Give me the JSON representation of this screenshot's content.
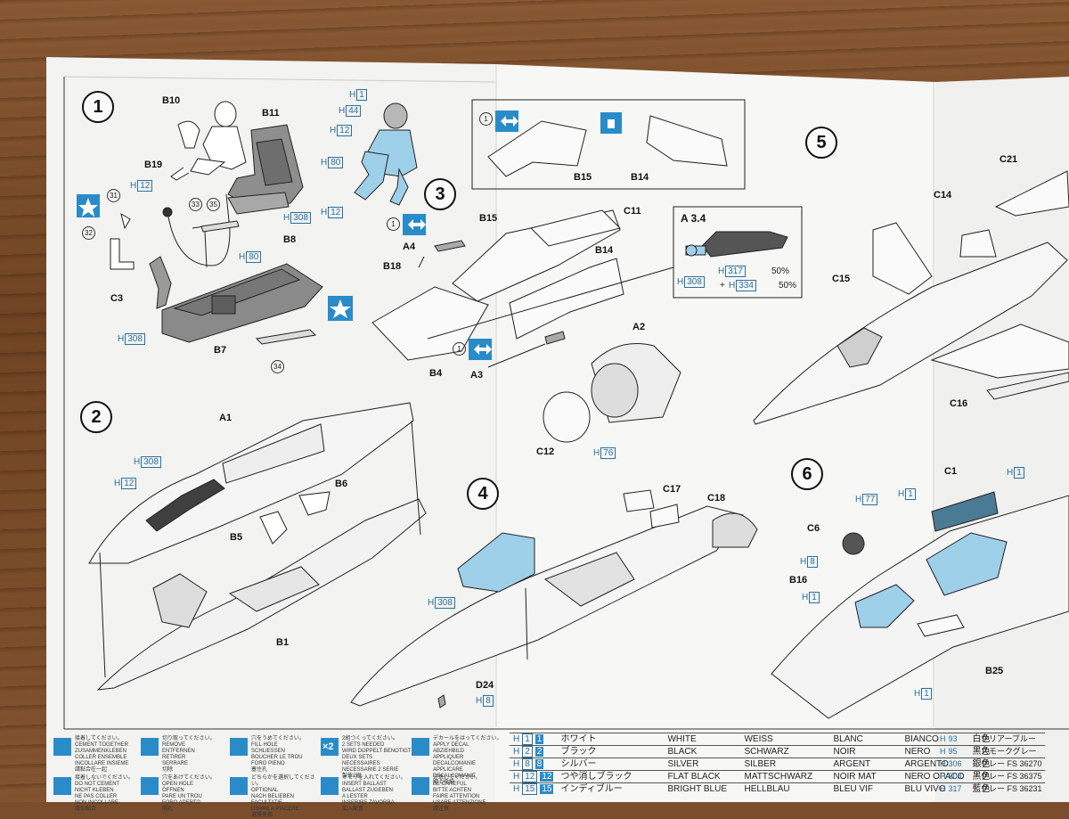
{
  "steps": [
    {
      "num": "1"
    },
    {
      "num": "2"
    },
    {
      "num": "3"
    },
    {
      "num": "4"
    },
    {
      "num": "5"
    },
    {
      "num": "6"
    }
  ],
  "labels": {
    "b10": "B10",
    "b11": "B11",
    "b19": "B19",
    "b8": "B8",
    "c3": "C3",
    "b7": "B7",
    "a1": "A1",
    "b6": "B6",
    "b5": "B5",
    "b1": "B1",
    "b15_top": "B15",
    "b14_top": "B14",
    "b15": "B15",
    "c11": "C11",
    "a4": "A4",
    "b18": "B18",
    "b14": "B14",
    "b4": "B4",
    "a3": "A3",
    "a2": "A2",
    "c12": "C12",
    "c17": "C17",
    "c18": "C18",
    "d24": "D24",
    "c21": "C21",
    "c14": "C14",
    "c15": "C15",
    "c16": "C16",
    "c1": "C1",
    "c6": "C6",
    "b16": "B16",
    "b25": "B25"
  },
  "part_numbers": {
    "n31": "31",
    "n32": "32",
    "n33": "33",
    "n35": "35",
    "n34": "34",
    "o1a": "1",
    "o1b": "1",
    "o1c": "1"
  },
  "h_codes": {
    "s1_h1": "1",
    "s1_h44": "44",
    "s1_h12a": "12",
    "s1_h80a": "80",
    "s1_h308a": "308",
    "s1_h12b": "12",
    "s1_h80b": "80",
    "s1_h12c": "12",
    "s1_h308b": "308",
    "s2_h308": "308",
    "s2_h12": "12",
    "s3_h308": "308",
    "s3_h76": "76",
    "a34_h317": "317",
    "a34_h334": "334",
    "s4_h308": "308",
    "s4_h8": "8",
    "s6_h1a": "1",
    "s6_h77": "77",
    "s6_h1b": "1",
    "s6_h8": "8",
    "s6_h1c": "1",
    "s6_h1d": "1"
  },
  "h_prefix": "H",
  "inset_a34": {
    "title": "A 3.4",
    "pct1": "50%",
    "plus": "+",
    "pct2": "50%"
  },
  "legend": [
    {
      "text": "接着してください。\nCEMENT TOGETHER\nZUSAMMENKLEBEN\nCOLLER ENSEMBLE\nINCOLLARE INSIEME\n請黏合在一起"
    },
    {
      "text": "切り取ってください。\nREMOVE\nENTFERNEN\nRETIRER\nSERRARE\n切除"
    },
    {
      "text": "穴をうめてください。\nFILL HOLE\nSCHLIESSEN\nBOUCHER LE TROU\nFORO PIENO\n塞住孔"
    },
    {
      "text": "2組つくってください。\n2 SETS NEEDED\nWIRD DOPPELT BENOTIGT\nDEUX SETS NECESSAIRES\nNECESSARIE 2 SERIE\n製作2組"
    },
    {
      "text": "デカールをはってください。\nAPPLY DECAL\nABZIEHBILD\nAPPLIQUER DECALCOMANIE\nAPPLICARE DECALCOMANIE\n貼上貼紙"
    },
    {
      "text": "接着しないでください。\nDO NOT CEMENT\nNICHT KLEBEN\nNE PAS COLLER\nNON INCOLLARE\n請勿黏合"
    },
    {
      "text": "穴をあけてください。\nOPEN HOLE\nÖFFNEN\nPARE UN TROU\nFORO APERTO\n開孔"
    },
    {
      "text": "どちらかを選択してください。\nOPTIONAL\nNACH BELIEBEN\nFACULTATIF\nUSARE A PIACERE\n選擇使用"
    },
    {
      "text": "オモリを入れてください。\nINSERT BALLAST\nBALLAST ZUGEBEN\nA LESTER\nINSERIRE ZAVORRA\n加入配重"
    },
    {
      "text": "注意してください。\nBE CAREFUL\nBITTE ACHTEN\nFAIRE ATTENTION\nUSARE ATTENZIONE\n請注意"
    }
  ],
  "legend_badge_x2": "×2",
  "paint_rows": [
    {
      "h": "1",
      "num": "1",
      "jp": "ホワイト",
      "en": "WHITE",
      "de": "WEISS",
      "fr": "BLANC",
      "it": "BIANCO",
      "cn": "白色"
    },
    {
      "h": "2",
      "num": "2",
      "jp": "ブラック",
      "en": "BLACK",
      "de": "SCHWARZ",
      "fr": "NOIR",
      "it": "NERO",
      "cn": "黑色"
    },
    {
      "h": "8",
      "num": "8",
      "jp": "シルバー",
      "en": "SILVER",
      "de": "SILBER",
      "fr": "ARGENT",
      "it": "ARGENTO",
      "cn": "銀色"
    },
    {
      "h": "12",
      "num": "12",
      "jp": "つや消しブラック",
      "en": "FLAT BLACK",
      "de": "MATTSCHWARZ",
      "fr": "NOIR MAT",
      "it": "NERO OPACO",
      "cn": "黑色"
    },
    {
      "h": "15",
      "num": "15",
      "jp": "インディブルー",
      "en": "BRIGHT BLUE",
      "de": "HELLBLAU",
      "fr": "BLEU VIF",
      "it": "BLU VIVO",
      "cn": "藍色"
    }
  ],
  "paint_rows2": [
    {
      "h": "93",
      "jp": "クリアーブルー"
    },
    {
      "h": "95",
      "jp": "スモークグレー"
    },
    {
      "h": "306",
      "jp": "グレー FS 36270"
    },
    {
      "h": "308",
      "jp": "グレー FS 36375"
    },
    {
      "h": "317",
      "jp": "グレー FS 36231"
    }
  ],
  "colors": {
    "accent_blue": "#2a8bc9",
    "light_blue": "#9fd0ea",
    "dark_gray": "#4a4a4a",
    "paper": "#f4f4f2"
  },
  "icons": {
    "star": "star-decal-icon",
    "optional": "optional-arrows-icon",
    "cement": "cement-icon"
  }
}
